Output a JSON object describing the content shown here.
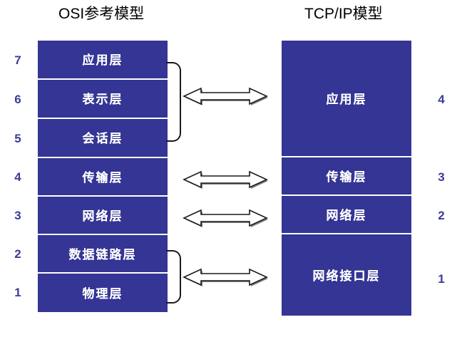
{
  "diagram": {
    "title_left": "OSI参考模型",
    "title_right": "TCP/IP模型",
    "colors": {
      "layer_fill": "#343594",
      "layer_text": "#ffffff",
      "number_text": "#3b3b97",
      "title_text": "#000000",
      "bracket_stroke": "#1a1a1a",
      "arrow_stroke": "#1a1a1a",
      "arrow_fill": "#ffffff",
      "arrow_shadow": "#808080",
      "background": "#ffffff"
    }
  },
  "osi_model": {
    "name": "OSI参考模型",
    "layers": [
      {
        "number": "7",
        "label": "应用层"
      },
      {
        "number": "6",
        "label": "表示层"
      },
      {
        "number": "5",
        "label": "会话层"
      },
      {
        "number": "4",
        "label": "传输层"
      },
      {
        "number": "3",
        "label": "网络层"
      },
      {
        "number": "2",
        "label": "数据链路层"
      },
      {
        "number": "1",
        "label": "物理层"
      }
    ]
  },
  "tcpip_model": {
    "name": "TCP/IP模型",
    "layers": [
      {
        "number": "4",
        "label": "应用层"
      },
      {
        "number": "3",
        "label": "传输层"
      },
      {
        "number": "2",
        "label": "网络层"
      },
      {
        "number": "1",
        "label": "网络接口层"
      }
    ]
  },
  "mappings": [
    {
      "osi_layers": [
        "7",
        "6",
        "5"
      ],
      "tcpip_layer": "4",
      "bracketed": true
    },
    {
      "osi_layers": [
        "4"
      ],
      "tcpip_layer": "3",
      "bracketed": false
    },
    {
      "osi_layers": [
        "3"
      ],
      "tcpip_layer": "2",
      "bracketed": false
    },
    {
      "osi_layers": [
        "2",
        "1"
      ],
      "tcpip_layer": "1",
      "bracketed": true
    }
  ]
}
